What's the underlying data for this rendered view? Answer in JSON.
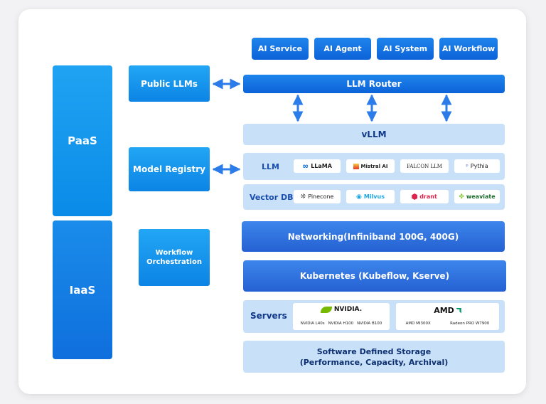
{
  "layers": {
    "paas": "PaaS",
    "iaas": "IaaS"
  },
  "middle": {
    "public_llms": "Public LLMs",
    "model_registry": "Model Registry",
    "workflow_orchestration": "Workflow Orchestration"
  },
  "top_services": [
    "AI Service",
    "AI Agent",
    "AI System",
    "AI Workflow"
  ],
  "llm_router": "LLM Router",
  "vllm": "vLLM",
  "llm_row": {
    "label": "LLM",
    "items": [
      "LLaMA",
      "Mistral AI",
      "FALCON LLM",
      "Pythia"
    ]
  },
  "vectordb_row": {
    "label": "Vector DB",
    "items": [
      "Pinecone",
      "Milvus",
      "drant",
      "weaviate"
    ]
  },
  "networking": "Networking(Infiniband 100G, 400G)",
  "kubernetes": "Kubernetes (Kubeflow, Kserve)",
  "servers": {
    "label": "Servers",
    "nvidia": {
      "brand": "NVIDIA.",
      "models": [
        "NVIDIA L40s",
        "NVIDIA H100",
        "NVIDIA B100"
      ]
    },
    "amd": {
      "brand": "AMD",
      "models": [
        "AMD MI300X",
        "Radeon PRO W7900"
      ]
    }
  },
  "storage": {
    "line1": "Software Defined Storage",
    "line2": "(Performance, Capacity, Archival)"
  },
  "colors": {
    "primary": "#0c84e5",
    "pale": "#c8e0f8",
    "band": "#2f6fdf",
    "nvidia": "#76b900"
  },
  "icons": [
    "bidirectional-arrow-icon",
    "meta-infinity-icon",
    "mistral-icon",
    "pinecone-icon",
    "milvus-eye-icon",
    "qdrant-icon",
    "weaviate-icon",
    "nvidia-eye-icon",
    "amd-logo-icon"
  ]
}
